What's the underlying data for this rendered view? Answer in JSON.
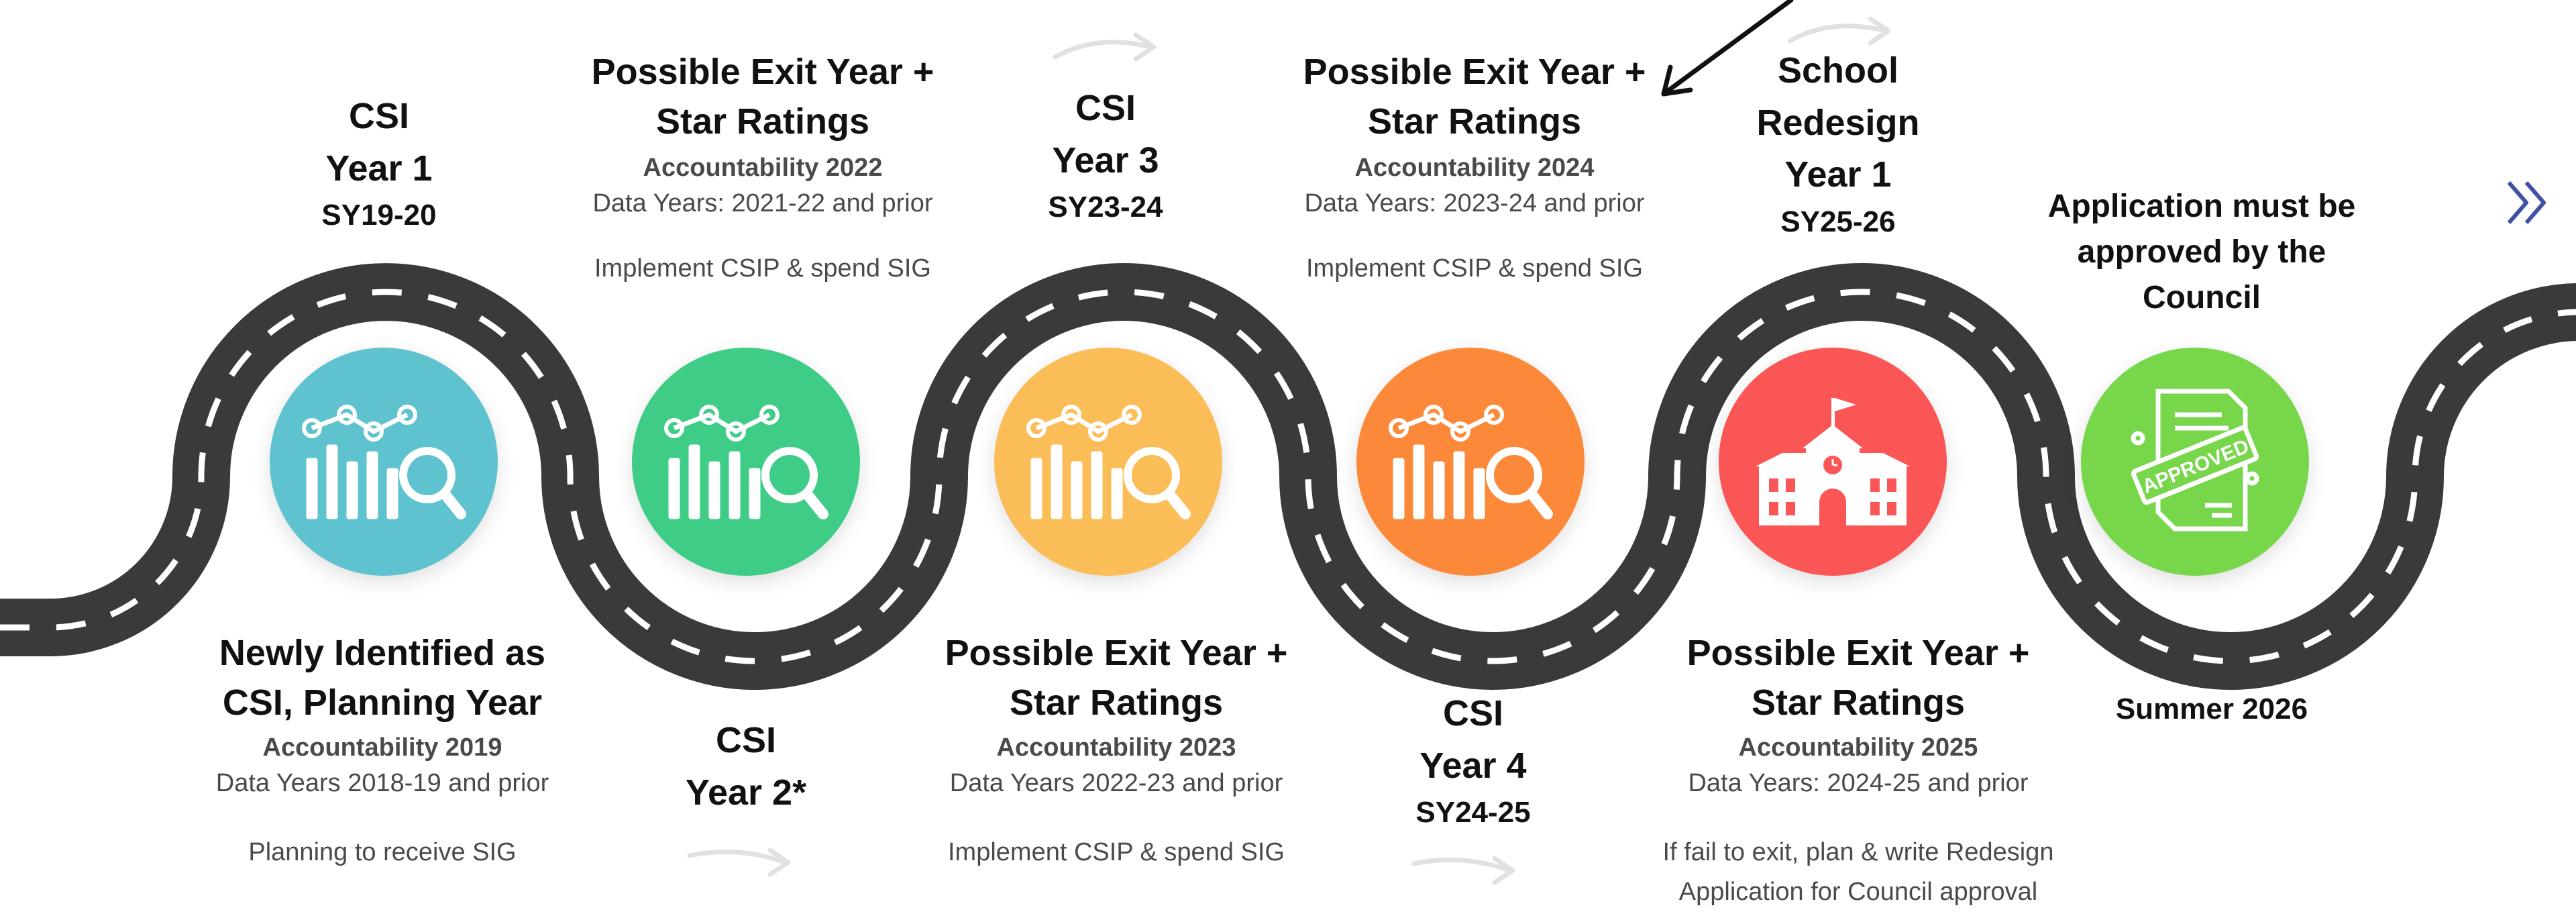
{
  "colors": {
    "road": "#3a3a3a",
    "lane": "#ffffff",
    "circle_1": "#5fc2cf",
    "circle_2": "#3ecc87",
    "circle_3": "#fbbd58",
    "circle_4": "#fb8939",
    "circle_5": "#fb5656",
    "circle_6": "#78d64a",
    "chevron": "#3f52a4"
  },
  "icons": [
    "chart-magnifier-icon",
    "chart-magnifier-icon",
    "chart-magnifier-icon",
    "chart-magnifier-icon",
    "school-building-icon",
    "approved-document-icon"
  ],
  "top": {
    "csi1": {
      "line1": "CSI",
      "line2": "Year 1",
      "sy": "SY19-20"
    },
    "exit2022": {
      "line1": "Possible Exit Year +",
      "line2": "Star Ratings",
      "acc": "Accountability 2022",
      "data": "Data Years: 2021-22 and prior",
      "note": "Implement CSIP & spend SIG"
    },
    "csi3": {
      "line1": "CSI",
      "line2": "Year 3",
      "sy": "SY23-24"
    },
    "exit2024": {
      "line1": "Possible Exit Year +",
      "line2": "Star Ratings",
      "acc": "Accountability 2024",
      "data": "Data Years: 2023-24 and prior",
      "note": "Implement CSIP & spend SIG"
    },
    "redesign": {
      "line1": "School",
      "line2": "Redesign",
      "line3": "Year 1",
      "sy": "SY25-26"
    },
    "council": {
      "line1": "Application must be",
      "line2": "approved by the",
      "line3": "Council"
    }
  },
  "bottom": {
    "newly": {
      "line1": "Newly Identified as",
      "line2": "CSI, Planning Year",
      "acc": "Accountability 2019",
      "data": "Data Years 2018-19 and prior",
      "note": "Planning to receive SIG"
    },
    "csi2": {
      "line1": "CSI",
      "line2": "Year 2*"
    },
    "exit2023": {
      "line1": "Possible Exit Year +",
      "line2": "Star Ratings",
      "acc": "Accountability 2023",
      "data": "Data Years 2022-23 and prior",
      "note": "Implement CSIP & spend SIG"
    },
    "csi4": {
      "line1": "CSI",
      "line2": "Year 4",
      "sy": "SY24-25"
    },
    "exit2025": {
      "line1": "Possible Exit Year +",
      "line2": "Star Ratings",
      "acc": "Accountability 2025",
      "data": "Data Years: 2024-25 and prior",
      "note1": "If fail to exit, plan & write Redesign",
      "note2": "Application for Council approval"
    },
    "summer": {
      "label": "Summer 2026"
    }
  },
  "badge_text": "APPROVED"
}
